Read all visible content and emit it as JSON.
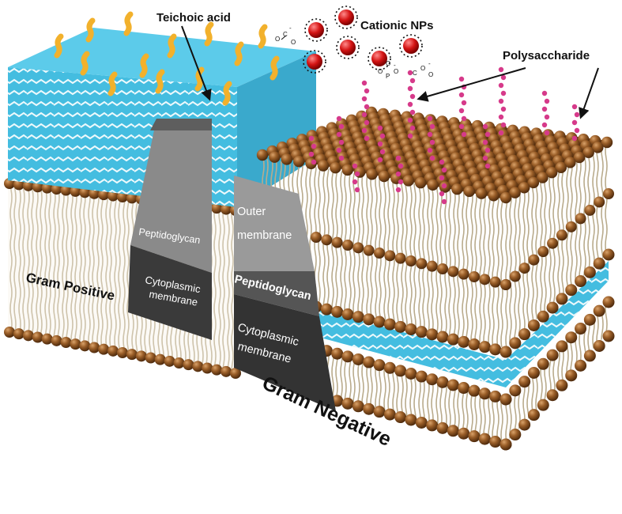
{
  "labels": {
    "teichoic_acid": "Teichoic acid",
    "cationic_nps": "Cationic NPs",
    "polysaccharide": "Polysaccharide",
    "gp_peptidoglycan": "Peptidoglycan",
    "gp_cyto_1": "Cytoplasmic",
    "gp_cyto_2": "membrane",
    "gram_positive": "Gram Positive",
    "gn_outer_1": "Outer",
    "gn_outer_2": "membrane",
    "gn_peptidoglycan": "Peptidoglycan",
    "gn_cyto_1": "Cytoplasmic",
    "gn_cyto_2": "membrane",
    "gram_negative": "Gram Negative"
  },
  "colors": {
    "peptidoglycan_cyan": "#44bde0",
    "peptidoglycan_top": "#5ccbea",
    "lipid_head_brown": "#8a5424",
    "lipid_head_highlight": "#c88a4c",
    "teichoic_orange": "#f2b12c",
    "nanoparticle_red": "#d41414",
    "polysaccharide_magenta": "#d63a8a",
    "label_panel_gray": "#8a8a8a",
    "label_panel_dark": "#3a3a3a"
  }
}
